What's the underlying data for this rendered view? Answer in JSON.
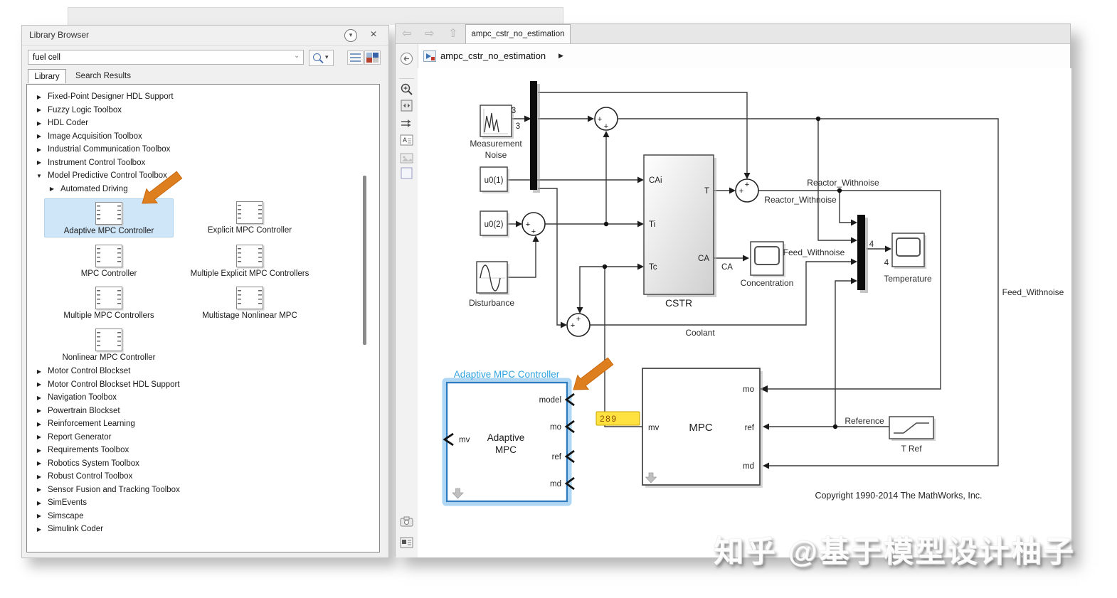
{
  "icons": {
    "caret_collapsed": "▶",
    "caret_expanded": "▼",
    "panel_menu": "▾",
    "close": "✕",
    "input_chevron": "⌄",
    "search_dropdown": "▾",
    "back": "⇦",
    "forward": "⇨",
    "up": "⇧",
    "breadcrumb_play": "▶"
  },
  "library_browser": {
    "title": "Library Browser",
    "search_value": "fuel cell",
    "tabs": {
      "library": "Library",
      "search_results": "Search Results"
    },
    "tree_top": [
      "Fixed-Point Designer HDL Support",
      "Fuzzy Logic Toolbox",
      "HDL Coder",
      "Image Acquisition Toolbox",
      "Industrial Communication Toolbox",
      "Instrument Control Toolbox"
    ],
    "expanded_item": "Model Predictive Control Toolbox",
    "child_item": "Automated Driving",
    "blocks": [
      {
        "label": "Adaptive MPC Controller",
        "selected": true
      },
      {
        "label": "Explicit MPC Controller",
        "selected": false
      },
      {
        "label": "MPC Controller",
        "selected": false
      },
      {
        "label": "Multiple Explicit MPC Controllers",
        "selected": false
      },
      {
        "label": "Multiple MPC Controllers",
        "selected": false
      },
      {
        "label": "Multistage Nonlinear MPC",
        "selected": false
      },
      {
        "label": "Nonlinear MPC Controller",
        "selected": false
      }
    ],
    "tree_bottom": [
      "Motor Control Blockset",
      "Motor Control Blockset HDL Support",
      "Navigation Toolbox",
      "Powertrain Blockset",
      "Reinforcement Learning",
      "Report Generator",
      "Requirements Toolbox",
      "Robotics System Toolbox",
      "Robust Control Toolbox",
      "Sensor Fusion and Tracking Toolbox",
      "SimEvents",
      "Simscape",
      "Simulink Coder"
    ]
  },
  "editor": {
    "tab": "ampc_cstr_no_estimation",
    "breadcrumb": "ampc_cstr_no_estimation"
  },
  "diagram": {
    "plus": "+",
    "meas_noise": {
      "label1": "Measurement",
      "label2": "Noise",
      "dim": "3"
    },
    "u01": "u0(1)",
    "u02": "u0(2)",
    "disturbance": "Disturbance",
    "cstr": {
      "label": "CSTR",
      "in1": "CAi",
      "in2": "Ti",
      "in3": "Tc",
      "out1": "T",
      "out2": "CA"
    },
    "ca_label": "CA",
    "concentration": "Concentration",
    "temperature": "Temperature",
    "mux_dim": "4",
    "coolant": "Coolant",
    "reactor_withnoise": "Reactor_Withnoise",
    "feed_withnoise": "Feed_Withnoise",
    "reference": "Reference",
    "tref": "T Ref",
    "mpc": {
      "label": "MPC",
      "mv": "mv",
      "mo": "mo",
      "ref": "ref",
      "md": "md"
    },
    "ampc": {
      "heading": "Adaptive MPC Controller",
      "line1": "Adaptive",
      "line2": "MPC",
      "mv": "mv",
      "model": "model",
      "mo": "mo",
      "ref": "ref",
      "md": "md"
    },
    "value_display": "289",
    "copyright": "Copyright 1990-2014 The MathWorks, Inc."
  },
  "watermark": "知乎 @基于模型设计柚子"
}
